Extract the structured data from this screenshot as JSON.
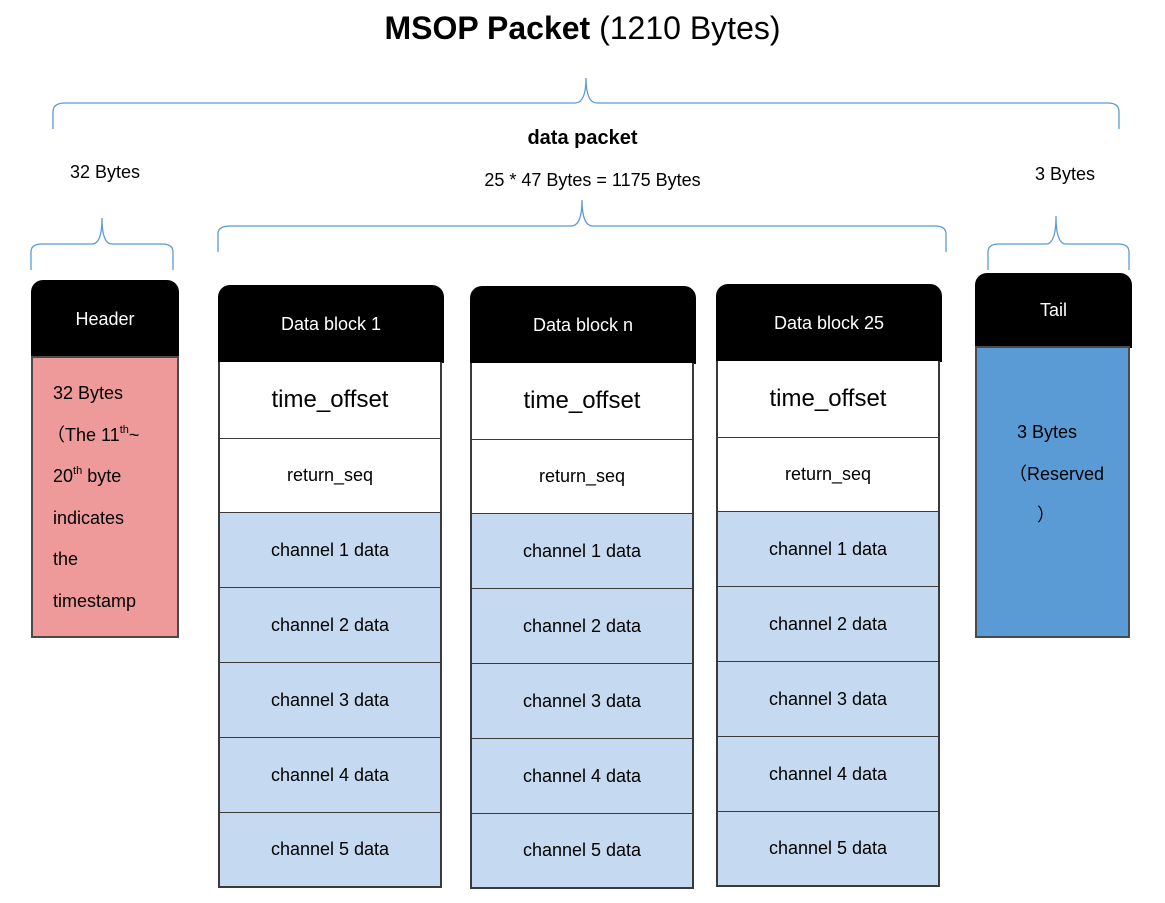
{
  "title": {
    "bold": "MSOP Packet",
    "rest": " (1210 Bytes)"
  },
  "data_packet_label": "data packet",
  "data_packet_size": "25 * 47 Bytes = 1175 Bytes",
  "header_size": "32 Bytes",
  "tail_size": "3 Bytes",
  "header": {
    "title": "Header",
    "line1": "32 Bytes",
    "line2_pre": "（The 11",
    "line2_sup": "th",
    "line2_post": "~",
    "line3_pre": "20",
    "line3_sup": "th",
    "line3_post": " byte",
    "line4": "indicates",
    "line5": "the",
    "line6": "timestamp"
  },
  "tail": {
    "title": "Tail",
    "line1": "3 Bytes",
    "line2": "（Reserved",
    "line3": "）"
  },
  "blocks": [
    {
      "title": "Data block 1",
      "rows": [
        "time_offset",
        "return_seq",
        "channel 1 data",
        "channel 2 data",
        "channel 3 data",
        "channel 4 data",
        "channel 5 data"
      ]
    },
    {
      "title": "Data block n",
      "rows": [
        "time_offset",
        "return_seq",
        "channel 1 data",
        "channel 2 data",
        "channel 3 data",
        "channel 4 data",
        "channel 5 data"
      ]
    },
    {
      "title": "Data block 25",
      "rows": [
        "time_offset",
        "return_seq",
        "channel 1 data",
        "channel 2 data",
        "channel 3 data",
        "channel 4 data",
        "channel 5 data"
      ]
    }
  ],
  "colors": {
    "header_fill": "#ee9a9a",
    "tail_fill": "#5b9bd5",
    "cell_fill": "#c5daf0",
    "brace": "#5b9bd5"
  }
}
